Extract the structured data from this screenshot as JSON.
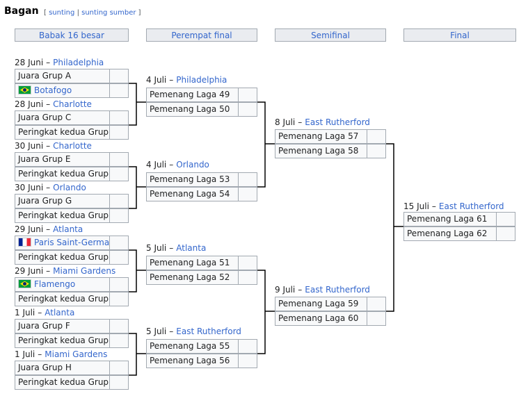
{
  "heading": "Bagan",
  "edit_links": {
    "open": "[",
    "edit": "sunting",
    "sep": "|",
    "edit_source": "sunting sumber",
    "close": "]"
  },
  "rounds": {
    "r16": "Babak 16 besar",
    "qf": "Perempat final",
    "sf": "Semifinal",
    "final": "Final"
  },
  "r16_matches": [
    {
      "date": "28 Juni",
      "city": "Philadelphia",
      "team1": {
        "name": "Juara Grup A",
        "flag": "",
        "link": false
      },
      "team2": {
        "name": "Botafogo",
        "flag": "brazil-flag-icon",
        "link": true
      }
    },
    {
      "date": "28 Juni",
      "city": "Charlotte",
      "team1": {
        "name": "Juara Grup C",
        "flag": "",
        "link": false
      },
      "team2": {
        "name": "Peringkat kedua Grup D",
        "flag": "",
        "link": false
      }
    },
    {
      "date": "30 Juni",
      "city": "Charlotte",
      "team1": {
        "name": "Juara Grup E",
        "flag": "",
        "link": false
      },
      "team2": {
        "name": "Peringkat kedua Grup F",
        "flag": "",
        "link": false
      }
    },
    {
      "date": "30 Juni",
      "city": "Orlando",
      "team1": {
        "name": "Juara Grup G",
        "flag": "",
        "link": false
      },
      "team2": {
        "name": "Peringkat kedua Grup H",
        "flag": "",
        "link": false
      }
    },
    {
      "date": "29 Juni",
      "city": "Atlanta",
      "team1": {
        "name": "Paris Saint-Germain",
        "flag": "france-flag-icon",
        "link": true
      },
      "team2": {
        "name": "Peringkat kedua Grup A",
        "flag": "",
        "link": false
      }
    },
    {
      "date": "29 Juni",
      "city": "Miami Gardens",
      "team1": {
        "name": "Flamengo",
        "flag": "brazil-flag-icon",
        "link": true
      },
      "team2": {
        "name": "Peringkat kedua Grup C",
        "flag": "",
        "link": false
      }
    },
    {
      "date": "1 Juli",
      "city": "Atlanta",
      "team1": {
        "name": "Juara Grup F",
        "flag": "",
        "link": false
      },
      "team2": {
        "name": "Peringkat kedua Grup E",
        "flag": "",
        "link": false
      }
    },
    {
      "date": "1 Juli",
      "city": "Miami Gardens",
      "team1": {
        "name": "Juara Grup H",
        "flag": "",
        "link": false
      },
      "team2": {
        "name": "Peringkat kedua Grup G",
        "flag": "",
        "link": false
      }
    }
  ],
  "qf_matches": [
    {
      "date": "4 Juli",
      "city": "Philadelphia",
      "team1": "Pemenang Laga 49",
      "team2": "Pemenang Laga 50"
    },
    {
      "date": "4 Juli",
      "city": "Orlando",
      "team1": "Pemenang Laga 53",
      "team2": "Pemenang Laga 54"
    },
    {
      "date": "5 Juli",
      "city": "Atlanta",
      "team1": "Pemenang Laga 51",
      "team2": "Pemenang Laga 52"
    },
    {
      "date": "5 Juli",
      "city": "East Rutherford",
      "team1": "Pemenang Laga 55",
      "team2": "Pemenang Laga 56"
    }
  ],
  "sf_matches": [
    {
      "date": "8 Juli",
      "city": "East Rutherford",
      "team1": "Pemenang Laga 57",
      "team2": "Pemenang Laga 58"
    },
    {
      "date": "9 Juli",
      "city": "East Rutherford",
      "team1": "Pemenang Laga 59",
      "team2": "Pemenang Laga 60"
    }
  ],
  "final_match": {
    "date": "15 Juli",
    "city": "East Rutherford",
    "team1": "Pemenang Laga 61",
    "team2": "Pemenang Laga 62"
  },
  "date_separator": "–",
  "colors": {
    "link": "#3366cc",
    "border": "#a2a9b1",
    "header_bg": "#eaecf0",
    "cell_bg": "#f8f9fa"
  }
}
